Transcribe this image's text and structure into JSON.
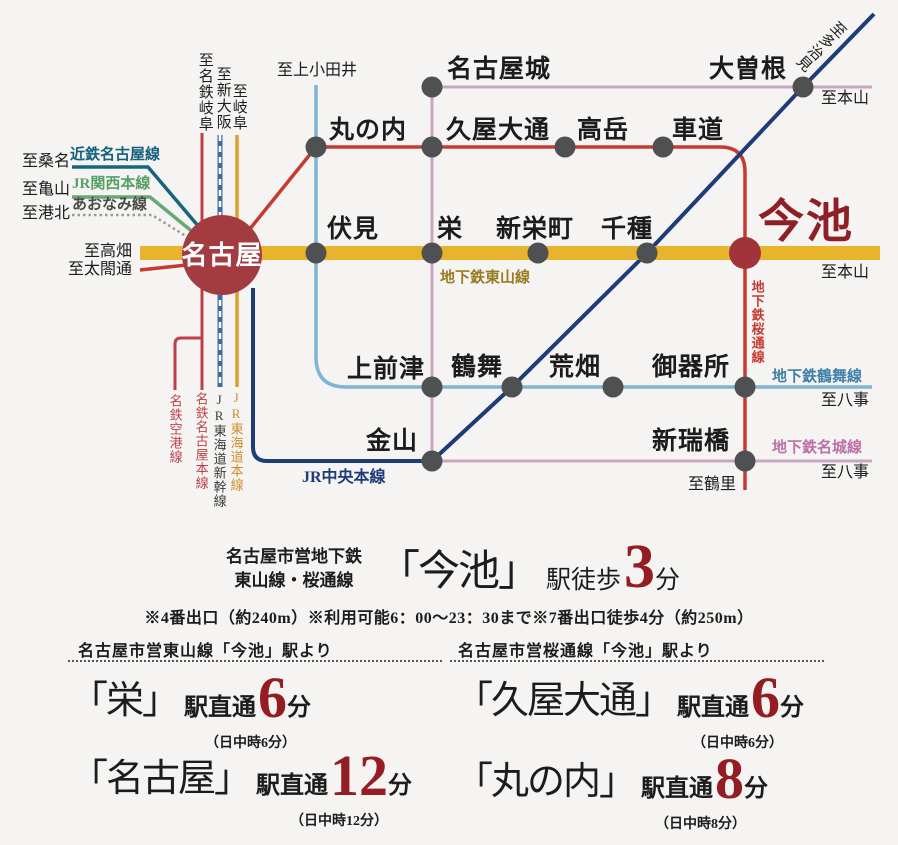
{
  "colors": {
    "higashiyama": "#e8b42d",
    "sakuradori": "#c53b31",
    "meijo": "#c9a6c0",
    "tsurumai": "#7fb5d4",
    "chuo": "#1e3c78",
    "kintetsu": "#16647e",
    "kansai": "#67a874",
    "aonami": "#9a9a96",
    "meitetsu": "#bd4048",
    "shinkansen": "#3d6da0",
    "shinkansen_dash": "#ffffff",
    "tokaido": "#dd9f30",
    "dot": "#4f5052",
    "nagoya_circle": "#a23c41",
    "imaike_dot": "#a3333a",
    "accent_red": "#941d24"
  },
  "map": {
    "hub": {
      "nagoya": "名古屋"
    },
    "imaike": "今池",
    "stations": {
      "marunouchi": "丸の内",
      "hisayaodori": "久屋大通",
      "takaoka": "高岳",
      "kurumamichi": "車道",
      "nagoyajo": "名古屋城",
      "ozone": "大曽根",
      "fushimi": "伏見",
      "sakae": "栄",
      "shinsakaemachi": "新栄町",
      "chikusa": "千種",
      "kamimaezu": "上前津",
      "tsurumai": "鶴舞",
      "arahata": "荒畑",
      "gokiso": "御器所",
      "kanayama": "金山",
      "aratamabashi": "新瑞橋"
    },
    "lines": {
      "kintetsu": "近鉄名古屋線",
      "kansai": "JR関西本線",
      "aonami": "あおなみ線",
      "meitetsu_airport": "名鉄空港線",
      "meitetsu_main": "名鉄名古屋本線",
      "shinkansen": "JR東海道新幹線",
      "tokaido": "JR東海道本線",
      "chuo": "JR中央本線",
      "higashiyama": "地下鉄東山線",
      "sakuradori": "地下鉄桜通線",
      "tsurumai": "地下鉄鶴舞線",
      "meijo": "地下鉄名城線"
    },
    "directions": {
      "kamiotai": "至上小田井",
      "meitetsu_gifu": "至名鉄岐阜",
      "shin_osaka": "至新大阪",
      "gifu": "至岐阜",
      "kuwana": "至桑名",
      "kameyama": "至亀山",
      "kohoku": "至港北",
      "takabata": "至高畑",
      "taikodori": "至太閤通",
      "motoyama_top": "至本山",
      "motoyama_mid": "至本山",
      "yagoto_1": "至八事",
      "yagoto_2": "至八事",
      "tsurusato": "至鶴里",
      "tajimi": "至多治見"
    }
  },
  "info": {
    "operator_line1": "名古屋市営地下鉄",
    "operator_line2": "東山線・桜通線",
    "station": "「今池」",
    "walk_label": "駅徒歩",
    "walk_minutes": "3",
    "minutes_unit": "分",
    "note": "※4番出口（約240m）※利用可能6：00～23：30まで※7番出口徒歩4分（約250m）",
    "columns": [
      {
        "header": "名古屋市営東山線「今池」駅より",
        "items": [
          {
            "station": "「栄」",
            "direct": "駅直通",
            "minutes": "6",
            "unit": "分",
            "note": "（日中時6分）"
          },
          {
            "station": "「名古屋」",
            "direct": "駅直通",
            "minutes": "12",
            "unit": "分",
            "note": "（日中時12分）"
          }
        ]
      },
      {
        "header": "名古屋市営桜通線「今池」駅より",
        "items": [
          {
            "station": "「久屋大通」",
            "direct": "駅直通",
            "minutes": "6",
            "unit": "分",
            "note": "（日中時6分）"
          },
          {
            "station": "「丸の内」",
            "direct": "駅直通",
            "minutes": "8",
            "unit": "分",
            "note": "（日中時8分）"
          }
        ]
      }
    ]
  }
}
